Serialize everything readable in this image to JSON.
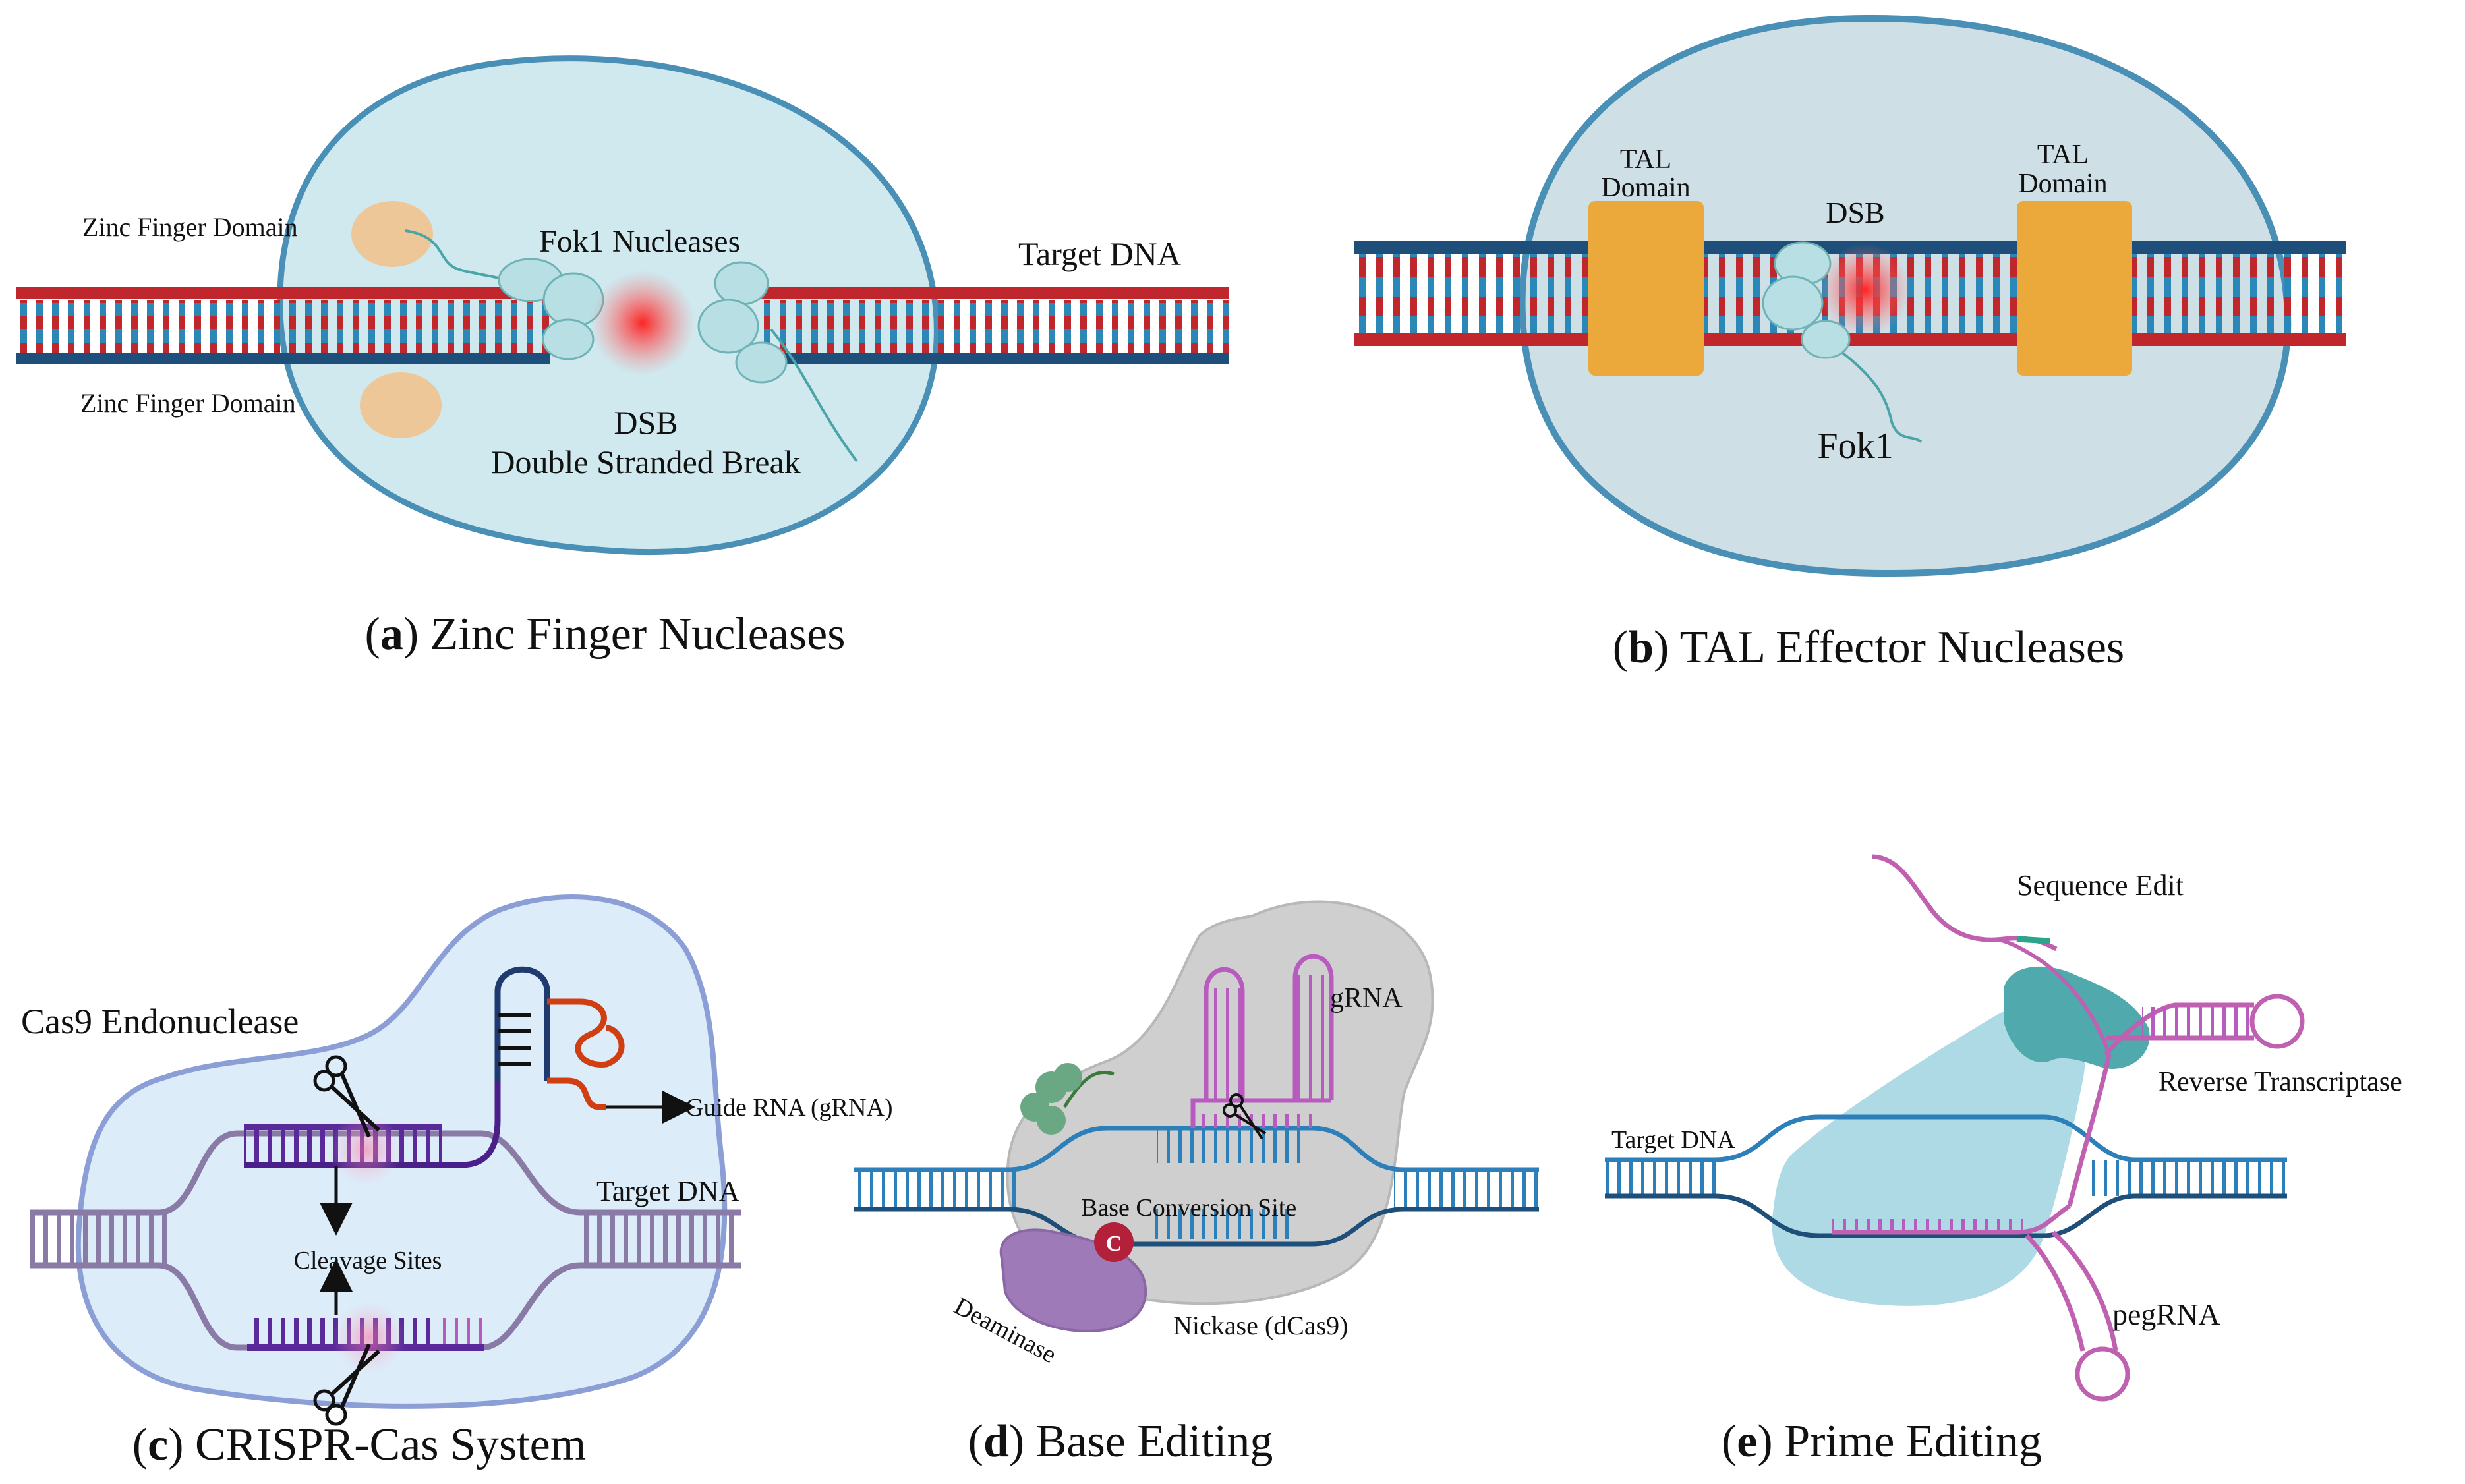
{
  "colors": {
    "dna_red": "#c0272d",
    "dna_blue": "#1e4f7a",
    "cell_fill": "#cfe9ef",
    "cell_stroke": "#4a8fb5",
    "zinc_finger": "#f0c38e",
    "tal_domain": "#eaa93a",
    "nuclease": "#b8e0e4",
    "dsb_glow": "#ff2a2a",
    "crispr_cell_fill": "#dcecf9",
    "crispr_cell_stroke": "#8b9ed6",
    "purple_dna": "#5a2a9a",
    "guide_rna": "#cf3f12",
    "base_edit_body": "#cfcfcf",
    "gRNA_pink": "#b85bbf",
    "deaminase": "#9f7ab8",
    "blue_dna": "#2c7fb8",
    "prime_teal": "#4fa9ad",
    "prime_light": "#9fd3e0",
    "pegrna": "#c060b0"
  },
  "panel_a": {
    "caption_letter": "a",
    "caption_text": " Zinc Finger Nucleases",
    "zinc_finger_top": "Zinc Finger Domain",
    "zinc_finger_bottom": "Zinc Finger Domain",
    "nuclease": "Fok1 Nucleases",
    "target_dna": "Target DNA",
    "dsb": "DSB",
    "dsb_full": "Double Stranded Break"
  },
  "panel_b": {
    "caption_letter": "b",
    "caption_text": " TAL Effector Nucleases",
    "tal_left_line1": "TAL",
    "tal_left_line2": "Domain",
    "tal_right_line1": "TAL",
    "tal_right_line2": "Domain",
    "dsb": "DSB",
    "fok1": "Fok1"
  },
  "panel_c": {
    "caption_letter": "c",
    "caption_text": " CRISPR-Cas System",
    "endonuclease": "Cas9 Endonuclease",
    "guide_rna": "Guide RNA (gRNA)",
    "target_dna": "Target DNA",
    "cleavage": "Cleavage Sites"
  },
  "panel_d": {
    "caption_letter": "d",
    "caption_text": " Base Editing",
    "grna": "gRNA",
    "conversion_site": "Base Conversion Site",
    "base_letter": "C",
    "deaminase": "Deaminase",
    "nickase": "Nickase (dCas9)"
  },
  "panel_e": {
    "caption_letter": "e",
    "caption_text": " Prime Editing",
    "sequence_edit": "Sequence Edit",
    "reverse_transcriptase": "Reverse Transcriptase",
    "target_dna": "Target DNA",
    "pegrna": "pegRNA"
  }
}
